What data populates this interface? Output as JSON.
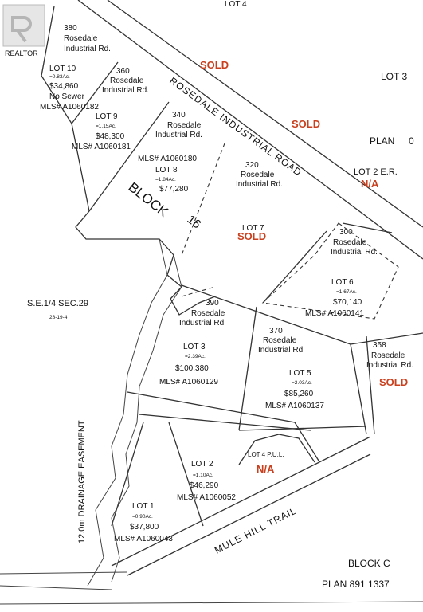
{
  "watermark": {
    "brand": "REALTOR"
  },
  "top_edge_label": "LOT 4",
  "road_top": "ROSEDALE INDUSTRIAL ROAD",
  "road_bottom": "MULE HILL TRAIL",
  "block_label": "BLOCK",
  "block_number": "16",
  "easement": "12.0m DRAINAGE EASEMENT",
  "section": {
    "line1": "S.E.1/4 SEC.29",
    "line2": "28-19-4"
  },
  "right_side": {
    "lot3": "LOT 3",
    "plan": "PLAN",
    "plan_suffix": "0",
    "lot2er": "LOT 2 E.R.",
    "lot2er_status": "N/A",
    "block_c": "BLOCK C",
    "plan_bottom": "PLAN  891 1337"
  },
  "sold_labels": [
    "SOLD",
    "SOLD",
    "SOLD"
  ],
  "lots": {
    "lot10": {
      "addr1": "380",
      "addr2": "Rosedale",
      "addr3": "Industrial Rd.",
      "name": "LOT 10",
      "area": "=0.83Ac.",
      "price": "$34,860",
      "note": "No Sewer",
      "mls": "MLS# A1060182"
    },
    "lot9": {
      "addr1": "360",
      "addr2": "Rosedale",
      "addr3": "Industrial Rd.",
      "name": "LOT 9",
      "area": "=1.15Ac.",
      "price": "$48,300",
      "mls": "MLS# A1060181"
    },
    "lot8": {
      "addr1": "340",
      "addr2": "Rosedale",
      "addr3": "Industrial Rd.",
      "name": "LOT 8",
      "area": "=1.84Ac.",
      "price": "$77,280",
      "mls": "MLS# A1060180"
    },
    "lot7": {
      "addr1": "320",
      "addr2": "Rosedale",
      "addr3": "Industrial Rd.",
      "name": "LOT 7",
      "status": "SOLD"
    },
    "lot6": {
      "addr1": "300",
      "addr2": "Rosedale",
      "addr3": "Industrial Rd.",
      "name": "LOT 6",
      "area": "=1.67Ac.",
      "price": "$70,140",
      "mls": "MLS# A1060141"
    },
    "lot358": {
      "addr1": "358",
      "addr2": "Rosedale",
      "addr3": "Industrial Rd."
    },
    "lot3": {
      "addr1": "390",
      "addr2": "Rosedale",
      "addr3": "Industrial Rd.",
      "name": "LOT 3",
      "area": "=2.39Ac.",
      "price": "$100,380",
      "mls": "MLS# A1060129"
    },
    "lot5": {
      "addr1": "370",
      "addr2": "Rosedale",
      "addr3": "Industrial Rd.",
      "name": "LOT 5",
      "area": "=2.03Ac.",
      "price": "$85,260",
      "mls": "MLS# A1060137"
    },
    "lot4": {
      "name": "LOT 4 P.U.L.",
      "status": "N/A"
    },
    "lot2": {
      "name": "LOT 2",
      "area": "=1.10Ac.",
      "price": "$46,290",
      "mls": "MLS# A1060052"
    },
    "lot1": {
      "name": "LOT 1",
      "area": "=0.90Ac.",
      "price": "$37,800",
      "mls": "MLS# A1060043"
    }
  },
  "colors": {
    "sold": "#c8401e",
    "lines": "#333333"
  }
}
